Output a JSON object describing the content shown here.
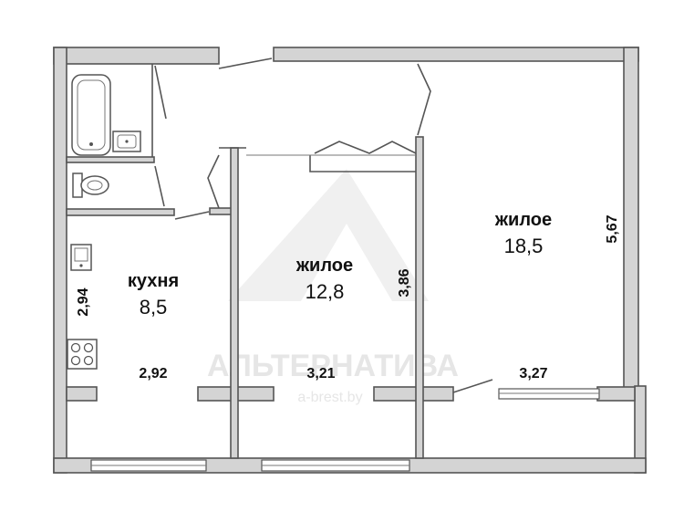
{
  "rooms": {
    "kitchen": {
      "name": "кухня",
      "area": "8,5"
    },
    "living_middle": {
      "name": "жилое",
      "area": "12,8"
    },
    "living_right": {
      "name": "жилое",
      "area": "18,5"
    }
  },
  "dimensions": {
    "kitchen_height": "2,94",
    "kitchen_width": "2,92",
    "middle_width": "3,21",
    "middle_height": "3,86",
    "right_width": "3,27",
    "right_height": "5,67"
  },
  "watermark": {
    "brand": "АЛЬТЕРНАТИВА",
    "site": "a-brest.by"
  }
}
